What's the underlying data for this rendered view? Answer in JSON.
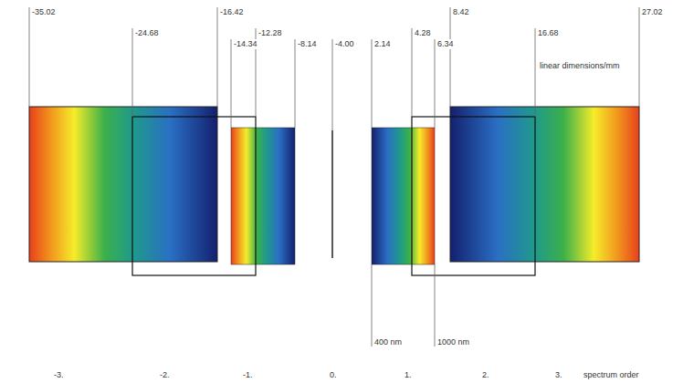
{
  "diagram": {
    "labels": [
      "-35.02",
      "-24.68",
      "-16.42",
      "-14.34",
      "-12.28",
      "-8.14",
      "-4.00",
      "2.14",
      "4.28",
      "6.34",
      "8.42",
      "16.68",
      "27.02",
      "linear dimensions/mm",
      "400 nm",
      "1000 nm",
      "-3.",
      "-2.",
      "-1.",
      "0.",
      "1.",
      "2.",
      "3.",
      "spectrum order"
    ]
  }
}
